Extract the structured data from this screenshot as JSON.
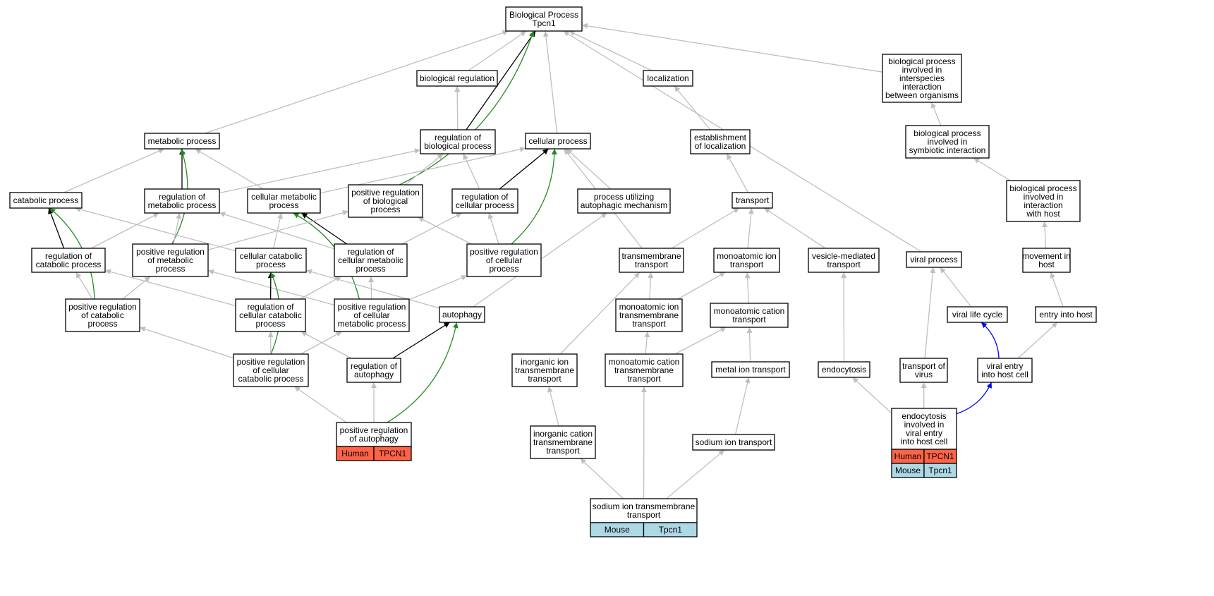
{
  "colors": {
    "gray": "#bfbfbf",
    "black": "#000000",
    "green": "#228b22",
    "blue": "#0000ff",
    "human_cell": "#ff6347",
    "mouse_cell": "#add8e6"
  },
  "nodes": [
    {
      "id": "bp",
      "lines": [
        "Biological Process",
        "Tpcn1"
      ]
    },
    {
      "id": "bioreg",
      "lines": [
        "biological regulation"
      ]
    },
    {
      "id": "localization",
      "lines": [
        "localization"
      ]
    },
    {
      "id": "interspecies",
      "lines": [
        "biological process",
        "involved in",
        "interspecies",
        "interaction",
        "between organisms"
      ]
    },
    {
      "id": "metabolic",
      "lines": [
        "metabolic process"
      ]
    },
    {
      "id": "regbio",
      "lines": [
        "regulation of",
        "biological process"
      ]
    },
    {
      "id": "cellular",
      "lines": [
        "cellular process"
      ]
    },
    {
      "id": "estloc",
      "lines": [
        "establishment",
        "of localization"
      ]
    },
    {
      "id": "symbiotic",
      "lines": [
        "biological process",
        "involved in",
        "symbiotic interaction"
      ]
    },
    {
      "id": "catabolic",
      "lines": [
        "catabolic process"
      ]
    },
    {
      "id": "regmet",
      "lines": [
        "regulation of",
        "metabolic process"
      ]
    },
    {
      "id": "cellmet",
      "lines": [
        "cellular metabolic",
        "process"
      ]
    },
    {
      "id": "posregbio",
      "lines": [
        "positive regulation",
        "of biological",
        "process"
      ]
    },
    {
      "id": "regcell",
      "lines": [
        "regulation of",
        "cellular process"
      ]
    },
    {
      "id": "autophagic",
      "lines": [
        "process utilizing",
        "autophagic mechanism"
      ]
    },
    {
      "id": "transport",
      "lines": [
        "transport"
      ]
    },
    {
      "id": "host",
      "lines": [
        "biological process",
        "involved in",
        "interaction",
        "with host"
      ]
    },
    {
      "id": "regcat",
      "lines": [
        "regulation of",
        "catabolic process"
      ]
    },
    {
      "id": "posregmet",
      "lines": [
        "positive regulation",
        "of metabolic",
        "process"
      ]
    },
    {
      "id": "cellcat",
      "lines": [
        "cellular catabolic",
        "process"
      ]
    },
    {
      "id": "regcellmet",
      "lines": [
        "regulation of",
        "cellular metabolic",
        "process"
      ]
    },
    {
      "id": "posregcell",
      "lines": [
        "positive regulation",
        "of cellular",
        "process"
      ]
    },
    {
      "id": "tmtrans",
      "lines": [
        "transmembrane",
        "transport"
      ]
    },
    {
      "id": "moniontrans",
      "lines": [
        "monoatomic ion",
        "transport"
      ]
    },
    {
      "id": "vesicle",
      "lines": [
        "vesicle-mediated",
        "transport"
      ]
    },
    {
      "id": "viral",
      "lines": [
        "viral process"
      ]
    },
    {
      "id": "movement",
      "lines": [
        "movement in",
        "host"
      ]
    },
    {
      "id": "posregcat",
      "lines": [
        "positive regulation",
        "of catabolic",
        "process"
      ]
    },
    {
      "id": "regcellcat",
      "lines": [
        "regulation of",
        "cellular catabolic",
        "process"
      ]
    },
    {
      "id": "posregcellmet",
      "lines": [
        "positive regulation",
        "of cellular",
        "metabolic process"
      ]
    },
    {
      "id": "autophagy",
      "lines": [
        "autophagy"
      ]
    },
    {
      "id": "moniontm",
      "lines": [
        "monoatomic ion",
        "transmembrane",
        "transport"
      ]
    },
    {
      "id": "moncation",
      "lines": [
        "monoatomic cation",
        "transport"
      ]
    },
    {
      "id": "virallife",
      "lines": [
        "viral life cycle"
      ]
    },
    {
      "id": "entryhost",
      "lines": [
        "entry into host"
      ]
    },
    {
      "id": "posregcellcat",
      "lines": [
        "positive regulation",
        "of cellular",
        "catabolic process"
      ]
    },
    {
      "id": "regauto",
      "lines": [
        "regulation of",
        "autophagy"
      ]
    },
    {
      "id": "inorgion",
      "lines": [
        "inorganic ion",
        "transmembrane",
        "transport"
      ]
    },
    {
      "id": "moncationtm",
      "lines": [
        "monoatomic cation",
        "transmembrane",
        "transport"
      ]
    },
    {
      "id": "metalion",
      "lines": [
        "metal ion transport"
      ]
    },
    {
      "id": "endocytosis",
      "lines": [
        "endocytosis"
      ]
    },
    {
      "id": "transvirus",
      "lines": [
        "transport of",
        "virus"
      ]
    },
    {
      "id": "viralentry",
      "lines": [
        "viral entry",
        "into host cell"
      ]
    },
    {
      "id": "inorgcation",
      "lines": [
        "inorganic cation",
        "transmembrane",
        "transport"
      ]
    },
    {
      "id": "sodiumion",
      "lines": [
        "sodium ion transport"
      ]
    },
    {
      "id": "posregauto",
      "lines": [
        "positive regulation",
        "of autophagy"
      ],
      "rows": [
        {
          "species": "Human",
          "gene": "TPCN1"
        }
      ]
    },
    {
      "id": "endovirus",
      "lines": [
        "endocytosis",
        "involved in",
        "viral entry",
        "into host cell"
      ],
      "rows": [
        {
          "species": "Human",
          "gene": "TPCN1"
        },
        {
          "species": "Mouse",
          "gene": "Tpcn1"
        }
      ]
    },
    {
      "id": "sodiumtm",
      "lines": [
        "sodium ion transmembrane",
        "transport"
      ],
      "rows": [
        {
          "species": "Mouse",
          "gene": "Tpcn1"
        }
      ]
    }
  ],
  "edges": [
    {
      "from": "bioreg",
      "to": "bp",
      "color": "gray"
    },
    {
      "from": "localization",
      "to": "bp",
      "color": "gray"
    },
    {
      "from": "interspecies",
      "to": "bp",
      "color": "gray"
    },
    {
      "from": "metabolic",
      "to": "bp",
      "color": "gray"
    },
    {
      "from": "cellular",
      "to": "bp",
      "color": "gray"
    },
    {
      "from": "regbio",
      "to": "bp",
      "color": "black"
    },
    {
      "from": "posregbio",
      "to": "bp",
      "color": "green"
    },
    {
      "from": "viral",
      "to": "bp",
      "color": "gray"
    },
    {
      "from": "regbio",
      "to": "bioreg",
      "color": "gray"
    },
    {
      "from": "estloc",
      "to": "localization",
      "color": "gray"
    },
    {
      "from": "symbiotic",
      "to": "interspecies",
      "color": "gray"
    },
    {
      "from": "catabolic",
      "to": "metabolic",
      "color": "gray"
    },
    {
      "from": "regmet",
      "to": "metabolic",
      "color": "black"
    },
    {
      "from": "cellmet",
      "to": "metabolic",
      "color": "gray"
    },
    {
      "from": "posregmet",
      "to": "metabolic",
      "color": "green"
    },
    {
      "from": "regmet",
      "to": "regbio",
      "color": "gray"
    },
    {
      "from": "posregbio",
      "to": "regbio",
      "color": "gray"
    },
    {
      "from": "regcell",
      "to": "regbio",
      "color": "gray"
    },
    {
      "from": "cellmet",
      "to": "cellular",
      "color": "gray"
    },
    {
      "from": "regcell",
      "to": "cellular",
      "color": "black"
    },
    {
      "from": "posregcell",
      "to": "cellular",
      "color": "green"
    },
    {
      "from": "autophagic",
      "to": "cellular",
      "color": "gray"
    },
    {
      "from": "tmtrans",
      "to": "cellular",
      "color": "gray"
    },
    {
      "from": "transport",
      "to": "estloc",
      "color": "gray"
    },
    {
      "from": "host",
      "to": "symbiotic",
      "color": "gray"
    },
    {
      "from": "regcat",
      "to": "catabolic",
      "color": "black"
    },
    {
      "from": "posregcat",
      "to": "catabolic",
      "color": "green"
    },
    {
      "from": "cellcat",
      "to": "catabolic",
      "color": "gray"
    },
    {
      "from": "regcat",
      "to": "regmet",
      "color": "gray"
    },
    {
      "from": "posregmet",
      "to": "regmet",
      "color": "gray"
    },
    {
      "from": "regcellmet",
      "to": "regmet",
      "color": "gray"
    },
    {
      "from": "cellcat",
      "to": "cellmet",
      "color": "gray"
    },
    {
      "from": "regcellmet",
      "to": "cellmet",
      "color": "black"
    },
    {
      "from": "posregcellmet",
      "to": "cellmet",
      "color": "green"
    },
    {
      "from": "posregmet",
      "to": "posregbio",
      "color": "gray"
    },
    {
      "from": "posregcell",
      "to": "posregbio",
      "color": "gray"
    },
    {
      "from": "regcellmet",
      "to": "regcell",
      "color": "gray"
    },
    {
      "from": "posregcell",
      "to": "regcell",
      "color": "gray"
    },
    {
      "from": "autophagy",
      "to": "autophagic",
      "color": "gray"
    },
    {
      "from": "tmtrans",
      "to": "transport",
      "color": "gray"
    },
    {
      "from": "moniontrans",
      "to": "transport",
      "color": "gray"
    },
    {
      "from": "vesicle",
      "to": "transport",
      "color": "gray"
    },
    {
      "from": "movement",
      "to": "host",
      "color": "gray"
    },
    {
      "from": "posregcat",
      "to": "regcat",
      "color": "gray"
    },
    {
      "from": "regcellcat",
      "to": "regcat",
      "color": "gray"
    },
    {
      "from": "posregcat",
      "to": "posregmet",
      "color": "gray"
    },
    {
      "from": "posregcellmet",
      "to": "posregmet",
      "color": "gray"
    },
    {
      "from": "regcellcat",
      "to": "cellcat",
      "color": "black"
    },
    {
      "from": "posregcellcat",
      "to": "cellcat",
      "color": "green"
    },
    {
      "from": "autophagy",
      "to": "cellcat",
      "color": "gray"
    },
    {
      "from": "regcellcat",
      "to": "regcellmet",
      "color": "gray"
    },
    {
      "from": "posregcellmet",
      "to": "regcellmet",
      "color": "gray"
    },
    {
      "from": "posregcellmet",
      "to": "posregcell",
      "color": "gray"
    },
    {
      "from": "moniontm",
      "to": "tmtrans",
      "color": "gray"
    },
    {
      "from": "inorgion",
      "to": "tmtrans",
      "color": "gray"
    },
    {
      "from": "moniontm",
      "to": "moniontrans",
      "color": "gray"
    },
    {
      "from": "moncation",
      "to": "moniontrans",
      "color": "gray"
    },
    {
      "from": "endocytosis",
      "to": "vesicle",
      "color": "gray"
    },
    {
      "from": "transvirus",
      "to": "viral",
      "color": "gray"
    },
    {
      "from": "virallife",
      "to": "viral",
      "color": "gray"
    },
    {
      "from": "entryhost",
      "to": "movement",
      "color": "gray"
    },
    {
      "from": "posregcellcat",
      "to": "posregcat",
      "color": "gray"
    },
    {
      "from": "posregcellcat",
      "to": "regcellcat",
      "color": "gray"
    },
    {
      "from": "regauto",
      "to": "regcellcat",
      "color": "gray"
    },
    {
      "from": "posregcellcat",
      "to": "posregcellmet",
      "color": "gray"
    },
    {
      "from": "regauto",
      "to": "autophagy",
      "color": "black"
    },
    {
      "from": "posregauto",
      "to": "autophagy",
      "color": "green"
    },
    {
      "from": "moncationtm",
      "to": "moniontm",
      "color": "gray"
    },
    {
      "from": "moncationtm",
      "to": "moncation",
      "color": "gray"
    },
    {
      "from": "metalion",
      "to": "moncation",
      "color": "gray"
    },
    {
      "from": "viralentry",
      "to": "virallife",
      "color": "blue"
    },
    {
      "from": "viralentry",
      "to": "entryhost",
      "color": "gray"
    },
    {
      "from": "posregauto",
      "to": "posregcellcat",
      "color": "gray"
    },
    {
      "from": "posregauto",
      "to": "regauto",
      "color": "gray"
    },
    {
      "from": "inorgcation",
      "to": "inorgion",
      "color": "gray"
    },
    {
      "from": "sodiumtm",
      "to": "moncationtm",
      "color": "gray"
    },
    {
      "from": "sodiumion",
      "to": "metalion",
      "color": "gray"
    },
    {
      "from": "endovirus",
      "to": "endocytosis",
      "color": "gray"
    },
    {
      "from": "endovirus",
      "to": "transvirus",
      "color": "gray"
    },
    {
      "from": "endovirus",
      "to": "viralentry",
      "color": "blue"
    },
    {
      "from": "sodiumtm",
      "to": "inorgcation",
      "color": "gray"
    },
    {
      "from": "sodiumtm",
      "to": "sodiumion",
      "color": "gray"
    }
  ]
}
